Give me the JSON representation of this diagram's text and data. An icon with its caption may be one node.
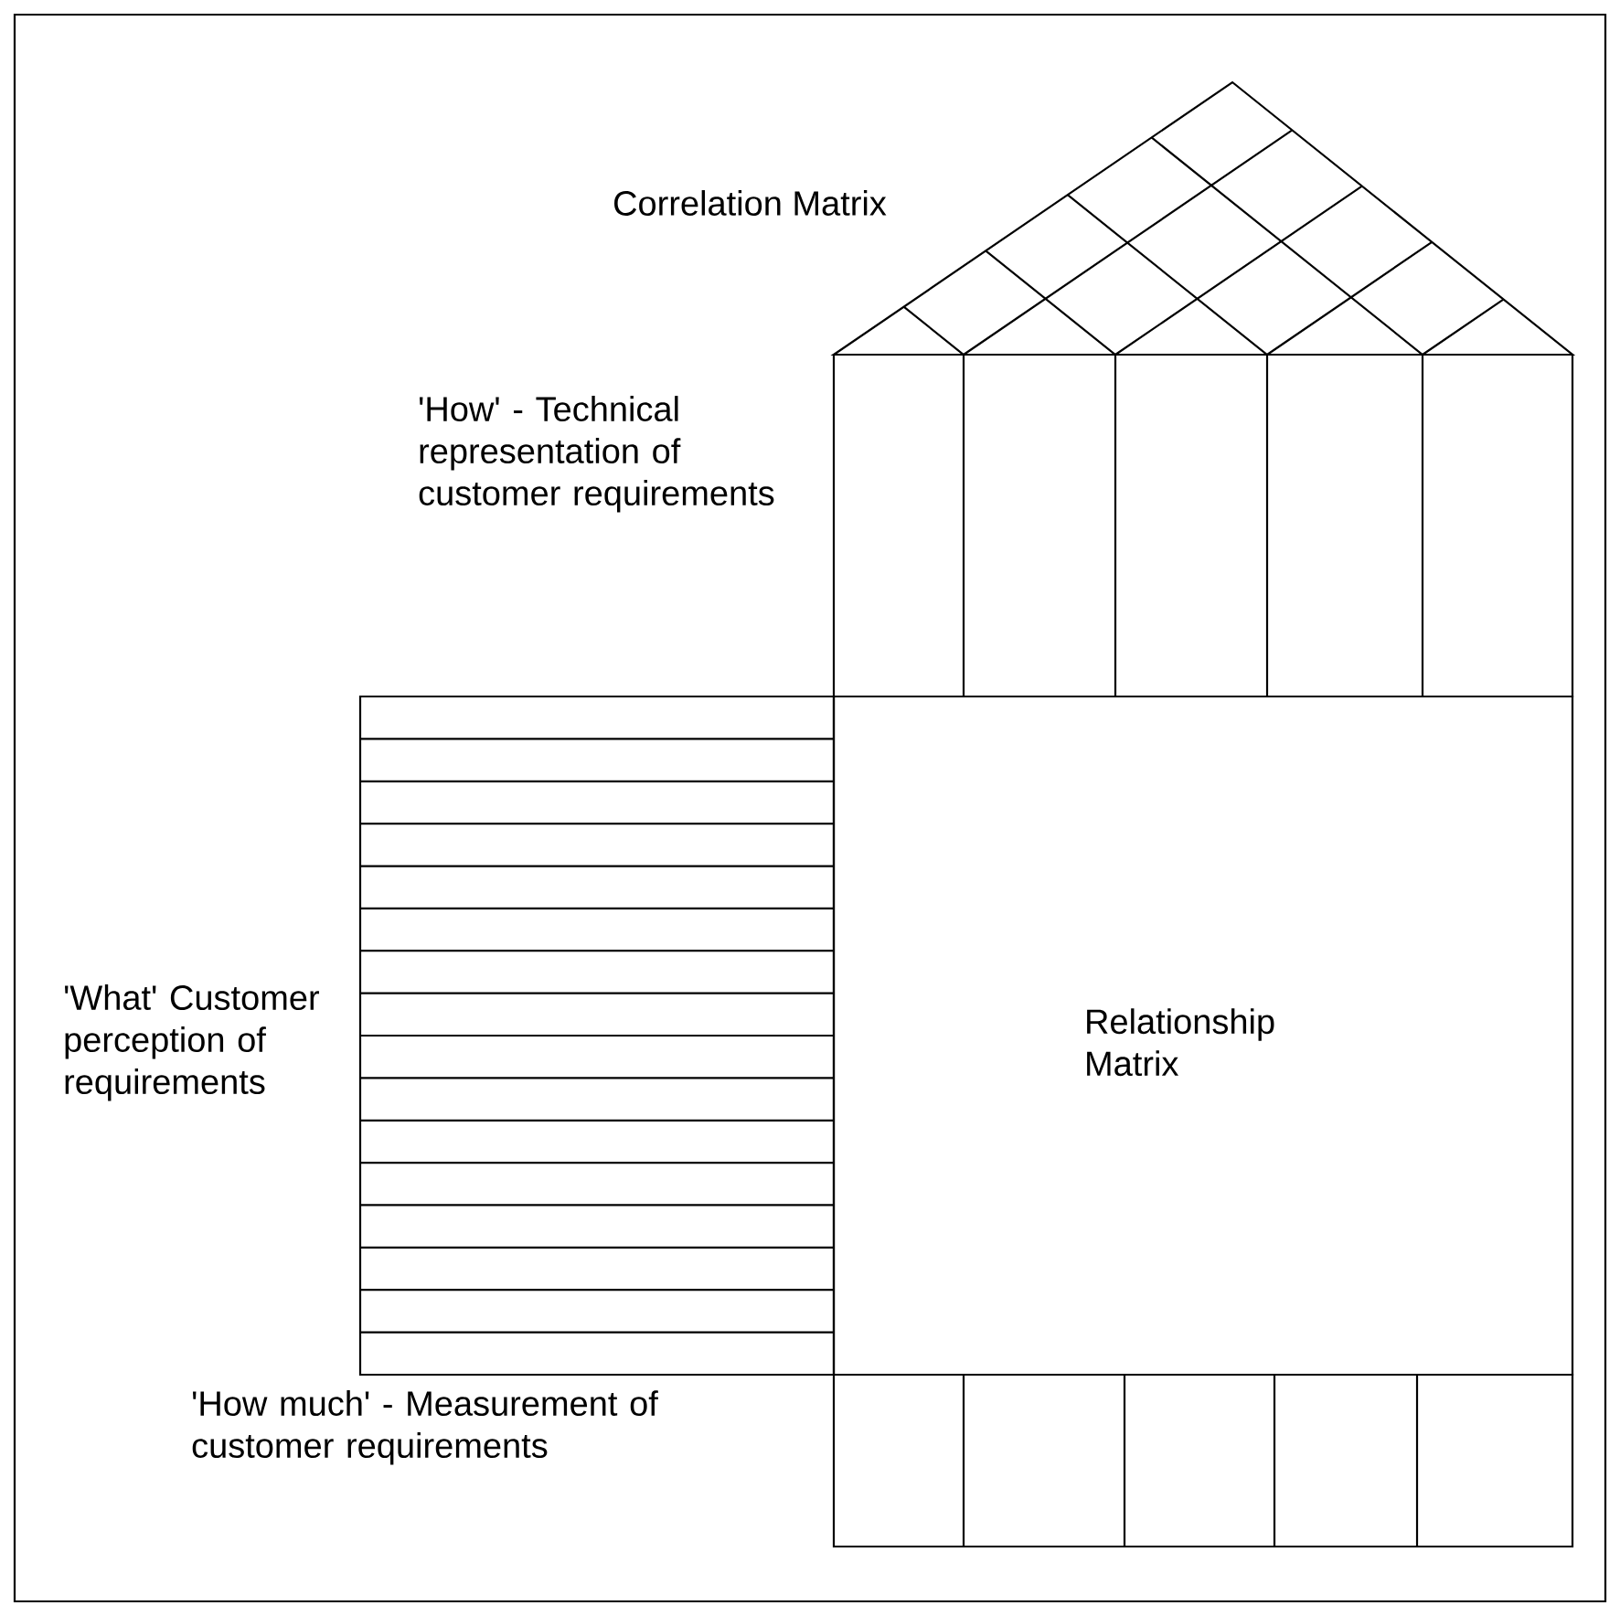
{
  "diagram": {
    "nodes": [
      {
        "text": [
          "Relationship Matrix"
        ]
      }
    ],
    "labels": [
      "Correlation Matrix",
      "'How' - Technical representation of customer requirements",
      "'What' Customer perception of requirements",
      "'How much' - Measurement of customer requirements"
    ]
  }
}
